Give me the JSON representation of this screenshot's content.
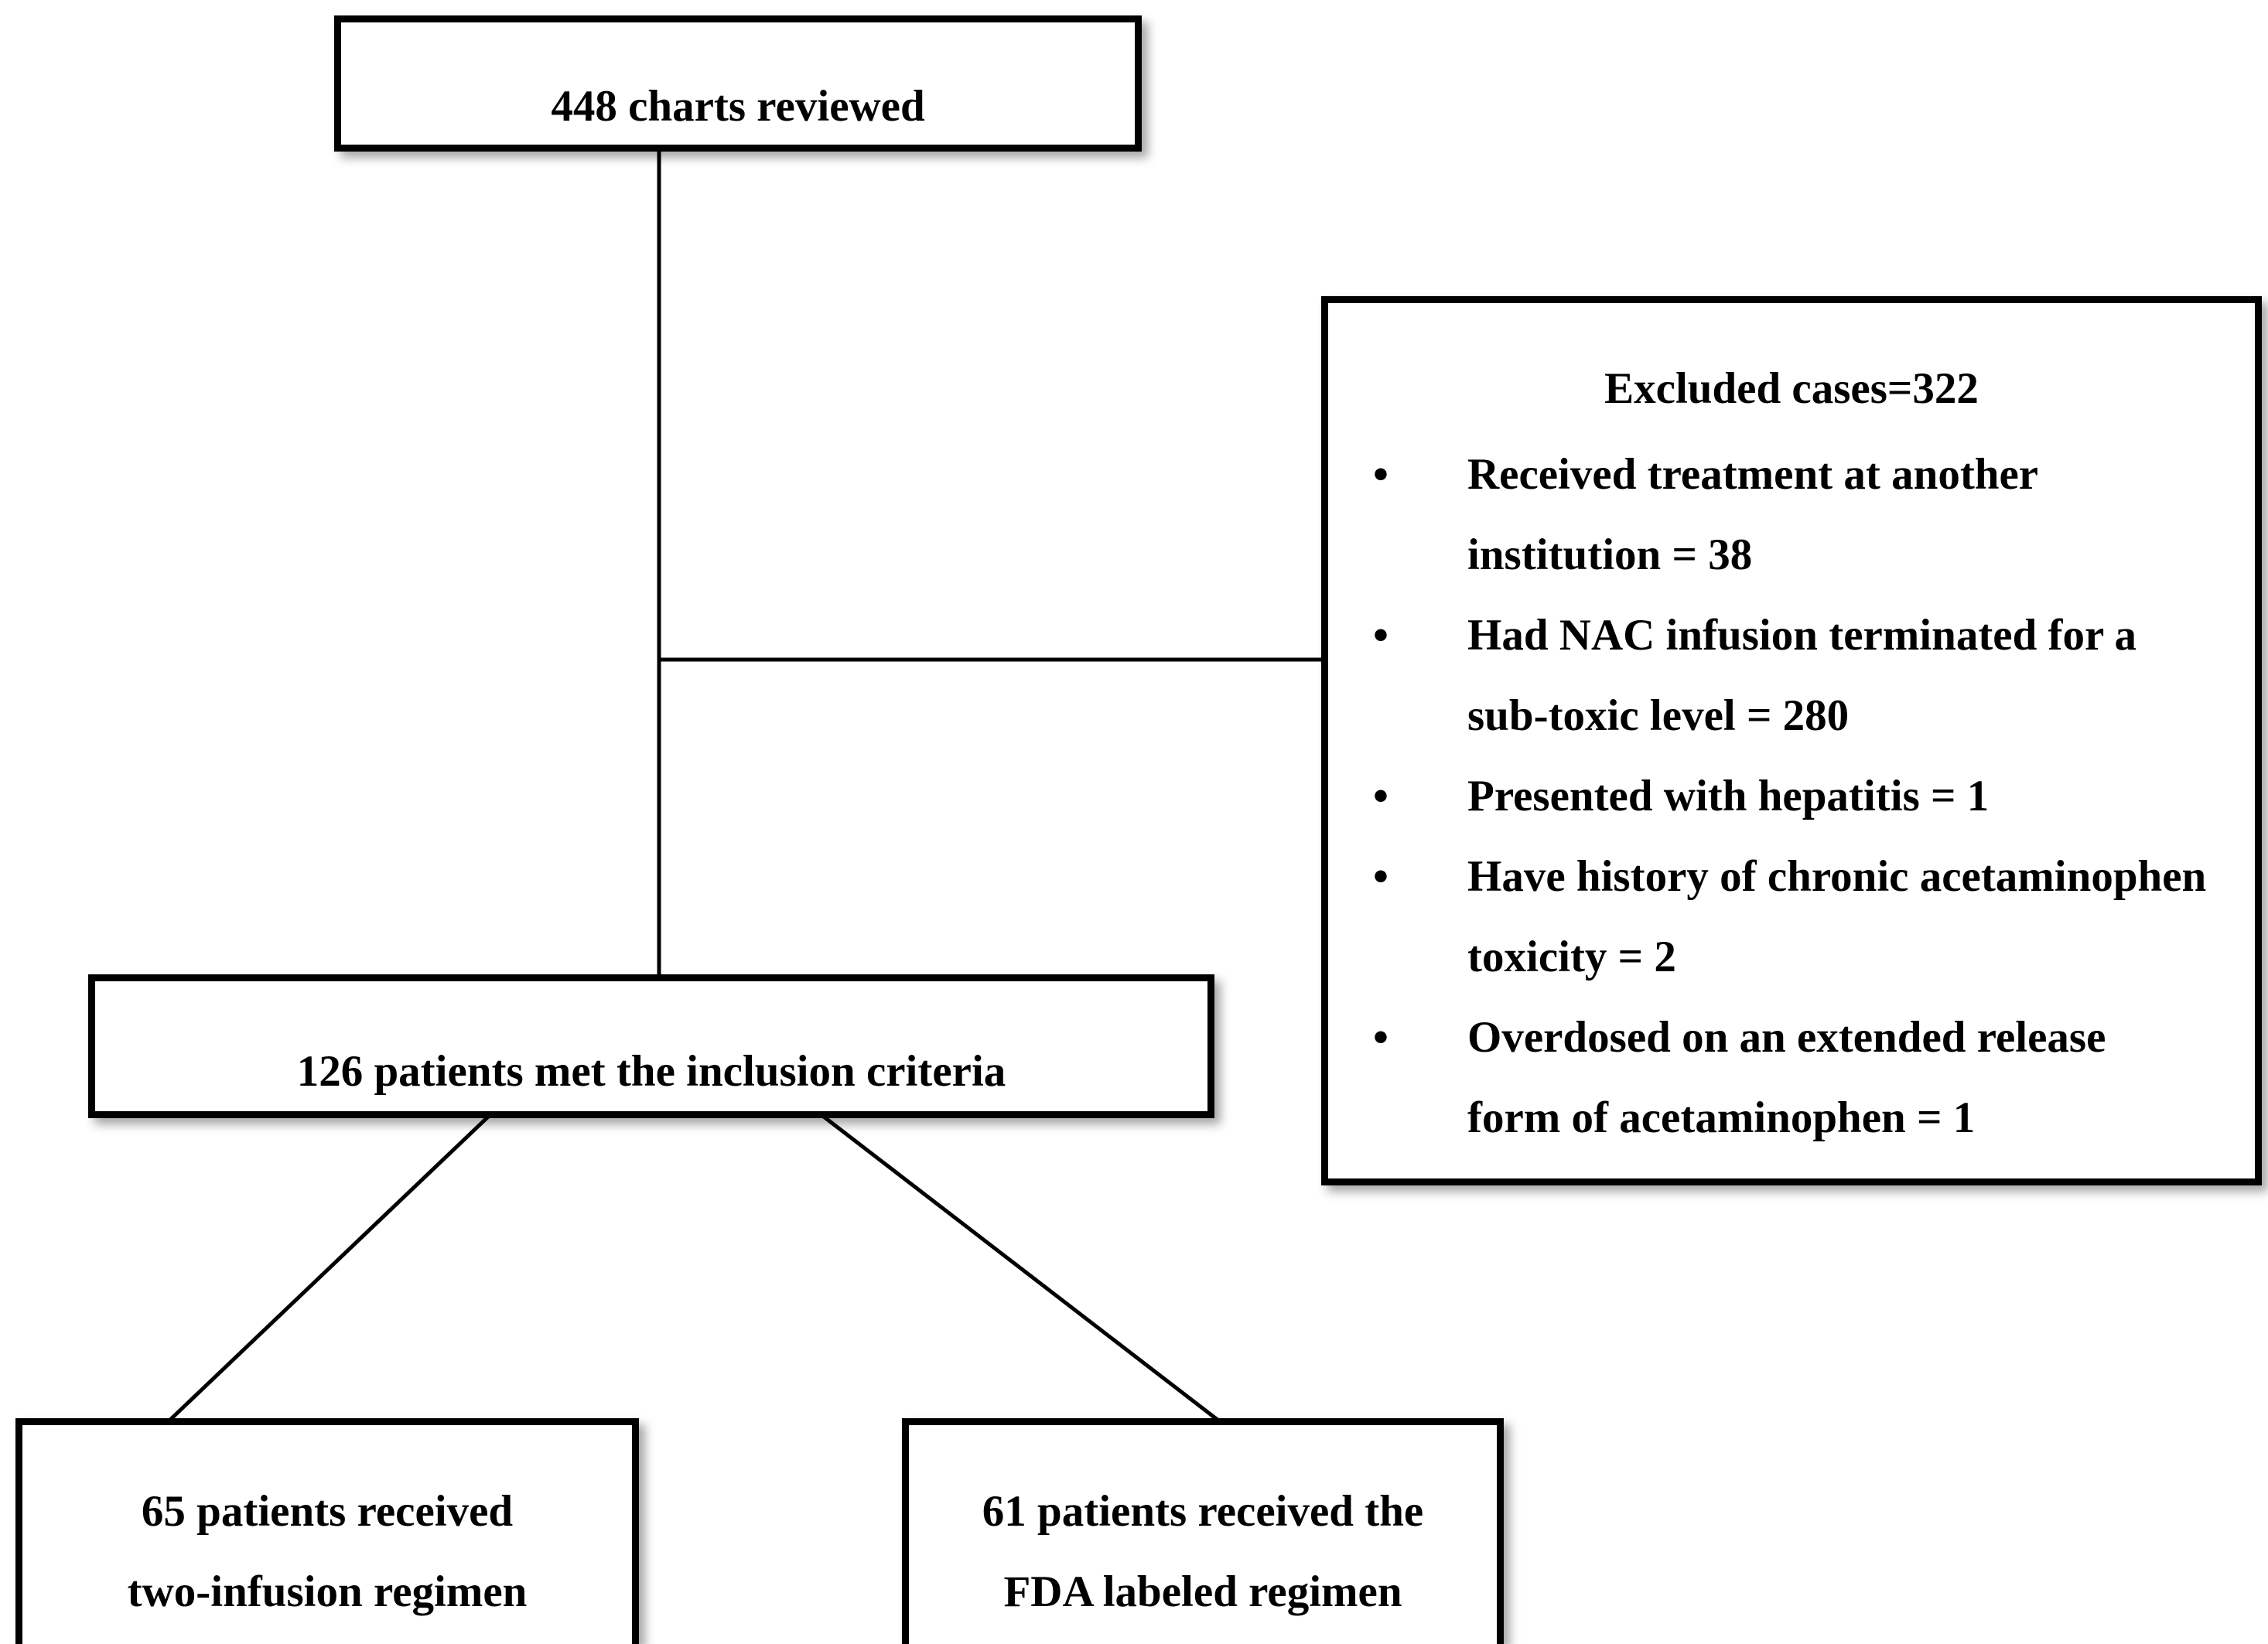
{
  "top_box": {
    "label": "448 charts reviewed"
  },
  "excluded_box": {
    "title": "Excluded cases=322",
    "items": [
      {
        "bullet": "•",
        "text": "Received treatment at another institution = 38"
      },
      {
        "bullet": "•",
        "text": "Had NAC infusion terminated for a sub-toxic level = 280"
      },
      {
        "bullet": "•",
        "text": "Presented with hepatitis = 1"
      },
      {
        "bullet": "•",
        "text": "Have history of chronic acetaminophen toxicity = 2"
      },
      {
        "bullet": "•",
        "text": "Overdosed on an extended release form of acetaminophen = 1"
      }
    ]
  },
  "included_box": {
    "label": "126 patients met the inclusion criteria"
  },
  "left_outcome_box": {
    "line1": "65 patients received",
    "line2": "two-infusion regimen"
  },
  "right_outcome_box": {
    "line1": "61 patients received the",
    "line2": "FDA labeled regimen"
  }
}
